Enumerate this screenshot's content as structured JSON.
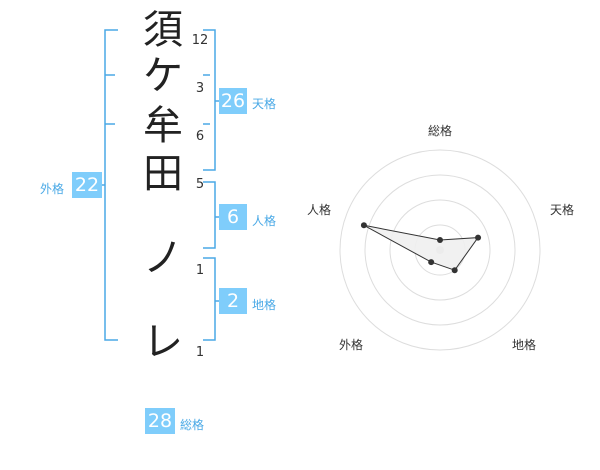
{
  "name": {
    "characters": [
      "須",
      "ケ",
      "牟",
      "田",
      "ノ",
      "レ"
    ],
    "strokes": [
      "12",
      "3",
      "6",
      "5",
      "1",
      "1"
    ]
  },
  "kakusu": {
    "tenkaku": {
      "value": "26",
      "label": "天格"
    },
    "jinkaku": {
      "value": "6",
      "label": "人格"
    },
    "chikaku": {
      "value": "2",
      "label": "地格"
    },
    "gaikaku": {
      "value": "22",
      "label": "外格"
    },
    "soukaku": {
      "value": "28",
      "label": "総格"
    }
  },
  "radar": {
    "axes": [
      "総格",
      "天格",
      "地格",
      "外格",
      "人格"
    ],
    "values": [
      0.1,
      0.4,
      0.25,
      0.15,
      0.8
    ],
    "ring_count": 4,
    "colors": {
      "fill": "#efefef",
      "stroke": "#333333",
      "ring": "#dddddd",
      "center": "#cccccc"
    }
  },
  "colors": {
    "accent": "#7fcdfb",
    "bracket": "#4aa9e6"
  }
}
